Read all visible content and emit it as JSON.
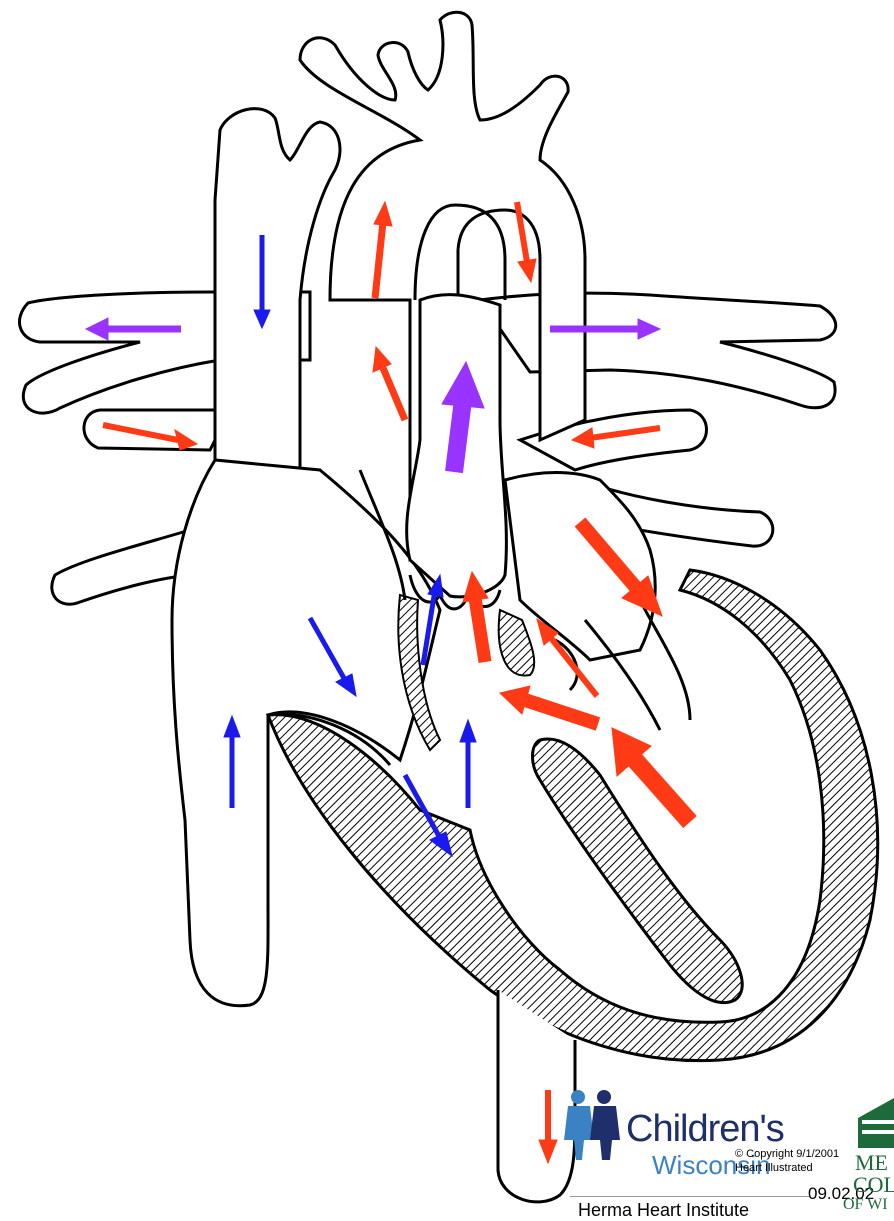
{
  "colors": {
    "oxygenated": "#ff3a14",
    "deoxygenated": "#1a1aee",
    "mixed": "#9933ff",
    "outline": "#000000",
    "brand_dark": "#1f2f6b",
    "brand_light": "#3b82c4",
    "college_green": "#1d6b3a"
  },
  "logo": {
    "brand_main": "Children's",
    "brand_sub": "Wisconsin",
    "copyright_line1": "© Copyright 9/1/2001",
    "copyright_line2": "Heart Illustrated",
    "date_code": "09.02.02",
    "institute": "Herma Heart Institute",
    "college_line1": "ME",
    "college_line2": "COL",
    "college_line3": "OF WI"
  },
  "icons": [
    "children-figures-icon",
    "college-building-icon"
  ]
}
